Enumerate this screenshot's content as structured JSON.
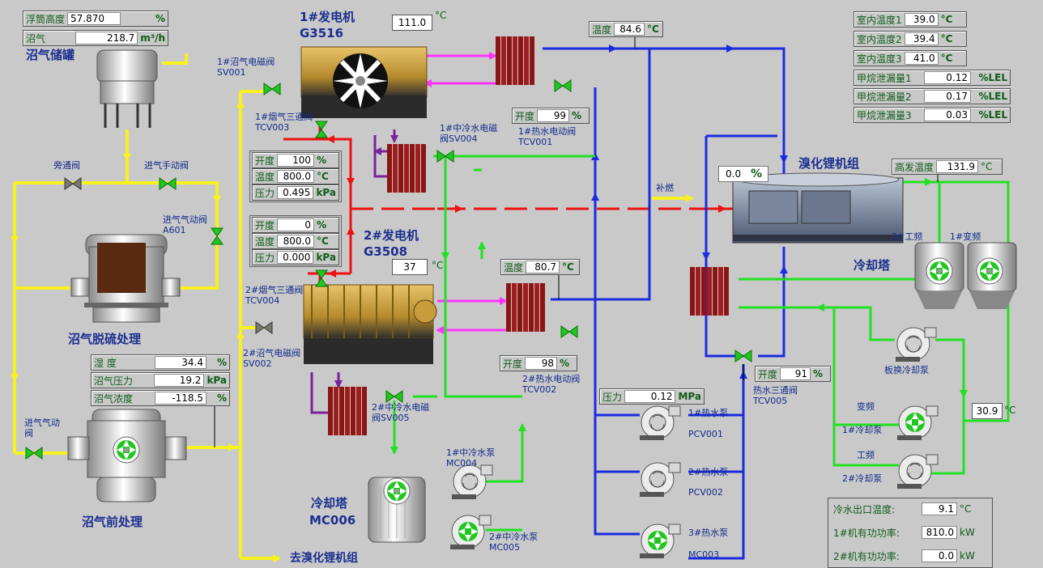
{
  "top_left": {
    "float_height": {
      "label": "浮筒高度",
      "value": "57.870",
      "unit": "%"
    },
    "biogas": {
      "label": "沼气",
      "value": "218.7",
      "unit": "m³/h"
    }
  },
  "titles": {
    "storage_tank": "沼气储罐",
    "desulfurize": "沼气脱硫处理",
    "pretreat": "沼气前处理",
    "gen1_name": "1#发电机",
    "gen1_model": "G3516",
    "gen2_name": "2#发电机",
    "gen2_model": "G3508",
    "chiller": "溴化锂机组",
    "cooling_tower_right": "冷却塔",
    "cooling_tower_bottom": "冷却塔",
    "cooling_tower_bottom_code": "MC006",
    "to_chiller": "去溴化锂机组"
  },
  "valves": {
    "bypass": "旁通阀",
    "inlet_manual": "进气手动阀",
    "inlet_auto": "进气气动阀A601",
    "inlet_pneumatic": "进气气动阀",
    "sv001": "1#沼气电磁阀SV001",
    "sv002": "2#沼气电磁阀SV002",
    "tcv003": "1#烟气三通阀TCV003",
    "tcv004": "2#烟气三通阀TCV004",
    "sv004": "1#中冷水电磁阀SV004",
    "sv005": "2#中冷水电磁阀SV005",
    "tcv001": "1#热水电动阀TCV001",
    "tcv002": "2#热水电动阀TCV002",
    "tcv005": "热水三通阀TCV005",
    "supplement": "补燃"
  },
  "gen1": {
    "temp": "111.0",
    "unit": "°C"
  },
  "gen2": {
    "temp": "37",
    "unit": "°C"
  },
  "tcv003_panel": {
    "open_label": "开度",
    "open_value": "100",
    "open_unit": "%",
    "temp_label": "温度",
    "temp_value": "800.0",
    "temp_unit": "°C",
    "press_label": "压力",
    "press_value": "0.495",
    "press_unit": "kPa"
  },
  "tcv004_panel": {
    "open_label": "开度",
    "open_value": "0",
    "open_unit": "%",
    "temp_label": "温度",
    "temp_value": "800.0",
    "temp_unit": "°C",
    "press_label": "压力",
    "press_value": "0.000",
    "press_unit": "kPa"
  },
  "pretreat_panel": {
    "humidity_label": "湿    度",
    "humidity_value": "34.4",
    "humidity_unit": "%",
    "pressure_label": "沼气压力",
    "pressure_value": "19.2",
    "pressure_unit": "kPa",
    "conc_label": "沼气浓度",
    "conc_value": "-118.5",
    "conc_unit": "%"
  },
  "hx_top": {
    "label": "温度",
    "value": "84.6",
    "unit": "°C"
  },
  "hx_mid": {
    "label": "温度",
    "value": "80.7",
    "unit": "°C"
  },
  "tcv001_open": {
    "label": "开度",
    "value": "99",
    "unit": "%"
  },
  "tcv002_open": {
    "label": "开度",
    "value": "98",
    "unit": "%"
  },
  "tcv005_open": {
    "label": "开度",
    "value": "91",
    "unit": "%"
  },
  "supplement_pct": {
    "value": "0.0",
    "unit": "%"
  },
  "high_temp": {
    "label": "高发温度",
    "value": "131.9",
    "unit": "°C"
  },
  "hot_water_pressure": {
    "label": "压力",
    "value": "0.12",
    "unit": "MPa"
  },
  "room": [
    {
      "label": "室内温度1",
      "value": "39.0",
      "unit": "°C"
    },
    {
      "label": "室内温度2",
      "value": "39.4",
      "unit": "°C"
    },
    {
      "label": "室内温度3",
      "value": "41.0",
      "unit": "°C"
    }
  ],
  "methane": [
    {
      "label": "甲烷泄漏量1",
      "value": "0.12",
      "unit": "%LEL"
    },
    {
      "label": "甲烷泄漏量2",
      "value": "0.17",
      "unit": "%LEL"
    },
    {
      "label": "甲烷泄漏量3",
      "value": "0.03",
      "unit": "%LEL"
    }
  ],
  "towers": {
    "t2": "2#工频",
    "t1": "1#变频"
  },
  "pumps": {
    "plate": "板换冷却泵",
    "vfd_label": "变频",
    "cp1": "1#冷却泵",
    "lf_label": "工频",
    "cp2": "2#冷却泵",
    "hw1": "1#热水泵",
    "hw1_code": "PCV001",
    "hw2": "2#热水泵",
    "hw2_code": "PCV002",
    "hw3": "3#热水泵",
    "hw3_code": "MC003",
    "mc004": "1#中冷水泵MC004",
    "mc005": "2#中冷水泵MC005"
  },
  "cooling_out": {
    "value": "30.9",
    "unit": "°C"
  },
  "bottom_panel": [
    {
      "label": "冷水出口温度:",
      "value": "9.1",
      "unit": "°C"
    },
    {
      "label": "1#机有功功率:",
      "value": "810.0",
      "unit": "kW"
    },
    {
      "label": "2#机有功功率:",
      "value": "0.0",
      "unit": "kW"
    }
  ]
}
